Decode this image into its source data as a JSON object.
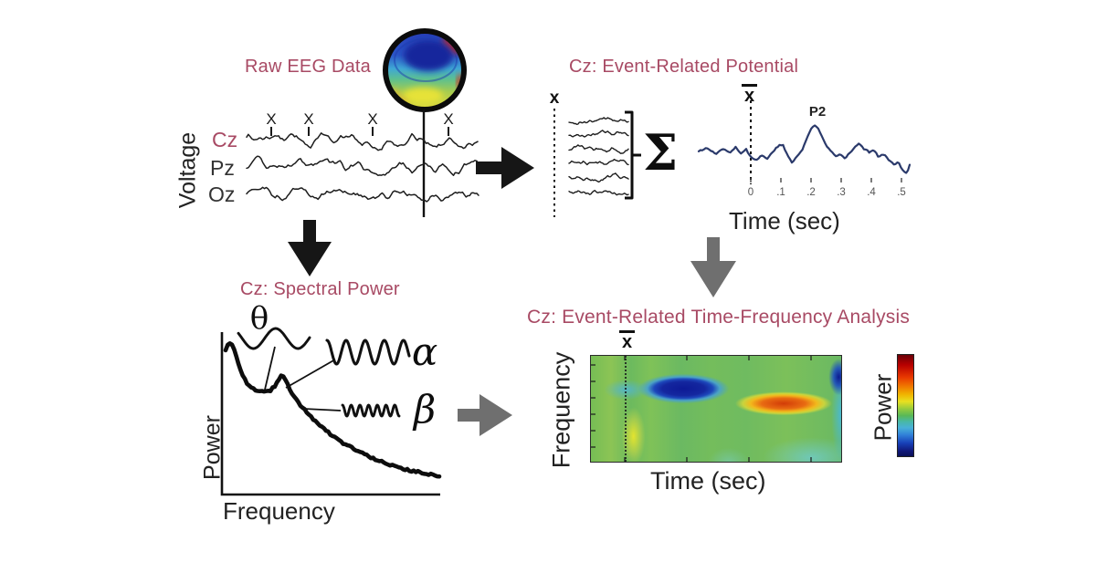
{
  "figure": {
    "colors": {
      "title_accent": "#a84a64",
      "erp_line": "#2b3a6b",
      "arrow_black": "#161616",
      "arrow_gray": "#6f6f6f"
    }
  },
  "raw_eeg": {
    "title": "Raw EEG Data",
    "y_axis_label": "Voltage",
    "channels": [
      "Cz",
      "Pz",
      "Oz"
    ],
    "event_marker": "X"
  },
  "erp": {
    "title": "Cz: Event-Related Potential",
    "trial_marker": "x",
    "average_marker": "x",
    "sum_symbol": "Σ",
    "peak_label": "P2",
    "x_axis_label": "Time (sec)",
    "x_ticks": [
      "0",
      ".1",
      ".2",
      ".3",
      ".4",
      ".5"
    ]
  },
  "spectral": {
    "title": "Cz: Spectral Power",
    "x_axis_label": "Frequency",
    "y_axis_label": "Power",
    "theta_symbol": "θ",
    "alpha_symbol": "α",
    "beta_symbol": "β"
  },
  "tfa": {
    "title": "Cz: Event-Related Time-Frequency Analysis",
    "average_marker": "x",
    "x_axis_label": "Time (sec)",
    "y_axis_label": "Frequency",
    "colorbar_label": "Power"
  }
}
